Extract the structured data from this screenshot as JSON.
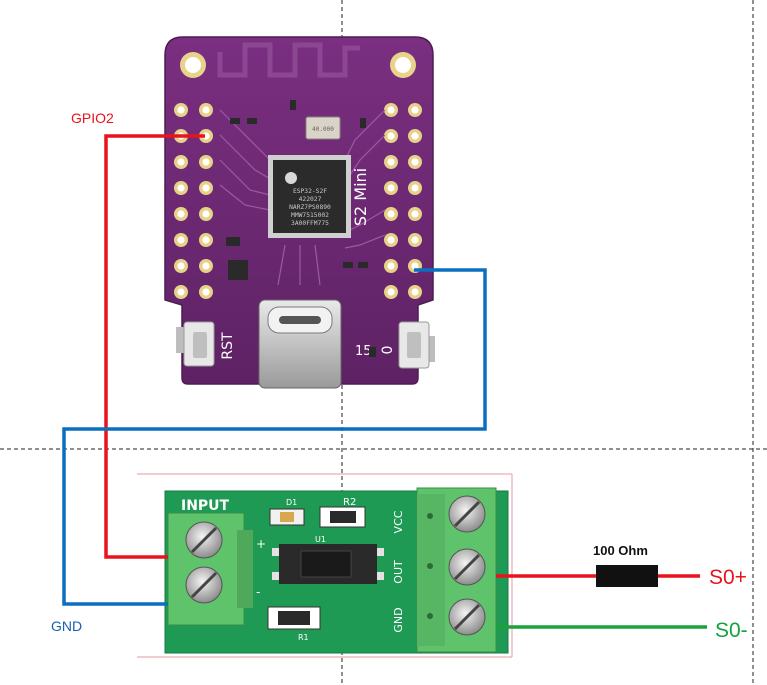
{
  "labels": {
    "gpio2": "GPIO2",
    "gnd": "GND",
    "resistor": "100 Ohm",
    "s0_plus": "S0+",
    "s0_minus": "S0-"
  },
  "esp_board": {
    "name": "S2 Mini",
    "chip_lines": [
      "ESP32-S2F",
      "422027",
      "NARZ7PS0890",
      "MMW7515002",
      "3A00FFM775"
    ],
    "button_left": "RST",
    "button_right": "0",
    "pin_label": "15",
    "crystal": "40.000"
  },
  "optocoupler_board": {
    "input_title": "INPUT",
    "ref_d1": "D1",
    "ref_r2": "R2",
    "ref_u1": "U1",
    "ref_r1": "R1",
    "input_plus": "+",
    "input_minus": "-",
    "out_vcc": "VCC",
    "out_out": "OUT",
    "out_gnd": "GND"
  },
  "colors": {
    "wire_red": "#e8131c",
    "wire_blue": "#0b6fbf",
    "wire_green": "#1aa33a",
    "pcb_purple": "#6e2a73",
    "pcb_green": "#22a05a",
    "terminal_green": "#5ec66c",
    "label_red": "#e8131c",
    "label_blue": "#1a5fb0",
    "label_green": "#12a43c"
  }
}
